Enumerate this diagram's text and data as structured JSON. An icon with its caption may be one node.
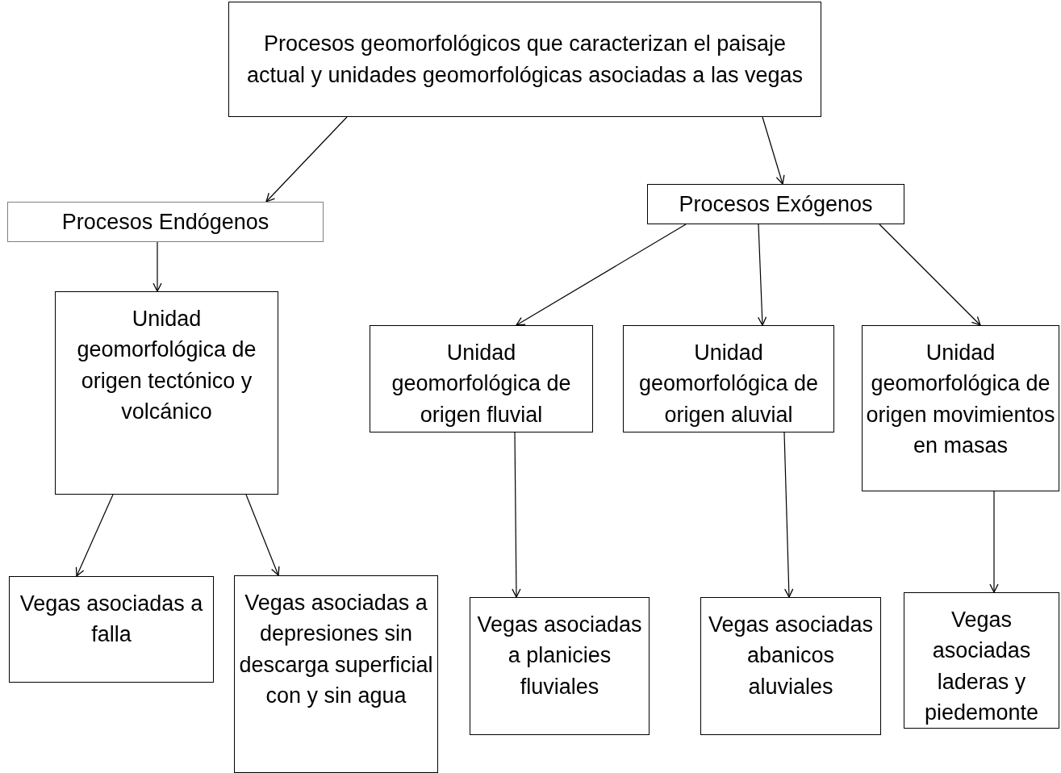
{
  "diagram": {
    "nodes": [
      {
        "text": [
          "Procesos geomorfológicos que caracterizan el paisaje actual y unidades geomorfológicas asociadas a las vegas"
        ]
      },
      {
        "text": [
          "Procesos Endógenos"
        ]
      },
      {
        "text": [
          "Procesos Exógenos"
        ]
      },
      {
        "text": [
          "Unidad geomorfológica de origen tectónico y volcánico"
        ]
      },
      {
        "text": [
          "Unidad geomorfológica de origen fluvial"
        ]
      },
      {
        "text": [
          "Unidad geomorfológica de origen aluvial"
        ]
      },
      {
        "text": [
          "Unidad geomorfológica de origen movimientos en masas"
        ]
      },
      {
        "text": [
          "Vegas asociadas a falla"
        ]
      },
      {
        "text": [
          "Vegas asociadas a depresiones sin descarga superficial con y sin agua"
        ]
      },
      {
        "text": [
          "Vegas asociadas a planicies fluviales"
        ]
      },
      {
        "text": [
          "Vegas asociadas abanicos aluviales"
        ]
      },
      {
        "text": [
          "Vegas asociadas laderas y piedemonte"
        ]
      }
    ],
    "edges": [
      {
        "from": 0,
        "to": 1,
        "arrow": "to"
      },
      {
        "from": 0,
        "to": 2,
        "arrow": "to"
      },
      {
        "from": 1,
        "to": 3,
        "arrow": "to"
      },
      {
        "from": 2,
        "to": 4,
        "arrow": "to"
      },
      {
        "from": 2,
        "to": 5,
        "arrow": "to"
      },
      {
        "from": 2,
        "to": 6,
        "arrow": "to"
      },
      {
        "from": 3,
        "to": 7,
        "arrow": "to"
      },
      {
        "from": 3,
        "to": 8,
        "arrow": "to"
      },
      {
        "from": 4,
        "to": 9,
        "arrow": "to"
      },
      {
        "from": 5,
        "to": 10,
        "arrow": "to"
      },
      {
        "from": 6,
        "to": 11,
        "arrow": "to"
      }
    ]
  }
}
